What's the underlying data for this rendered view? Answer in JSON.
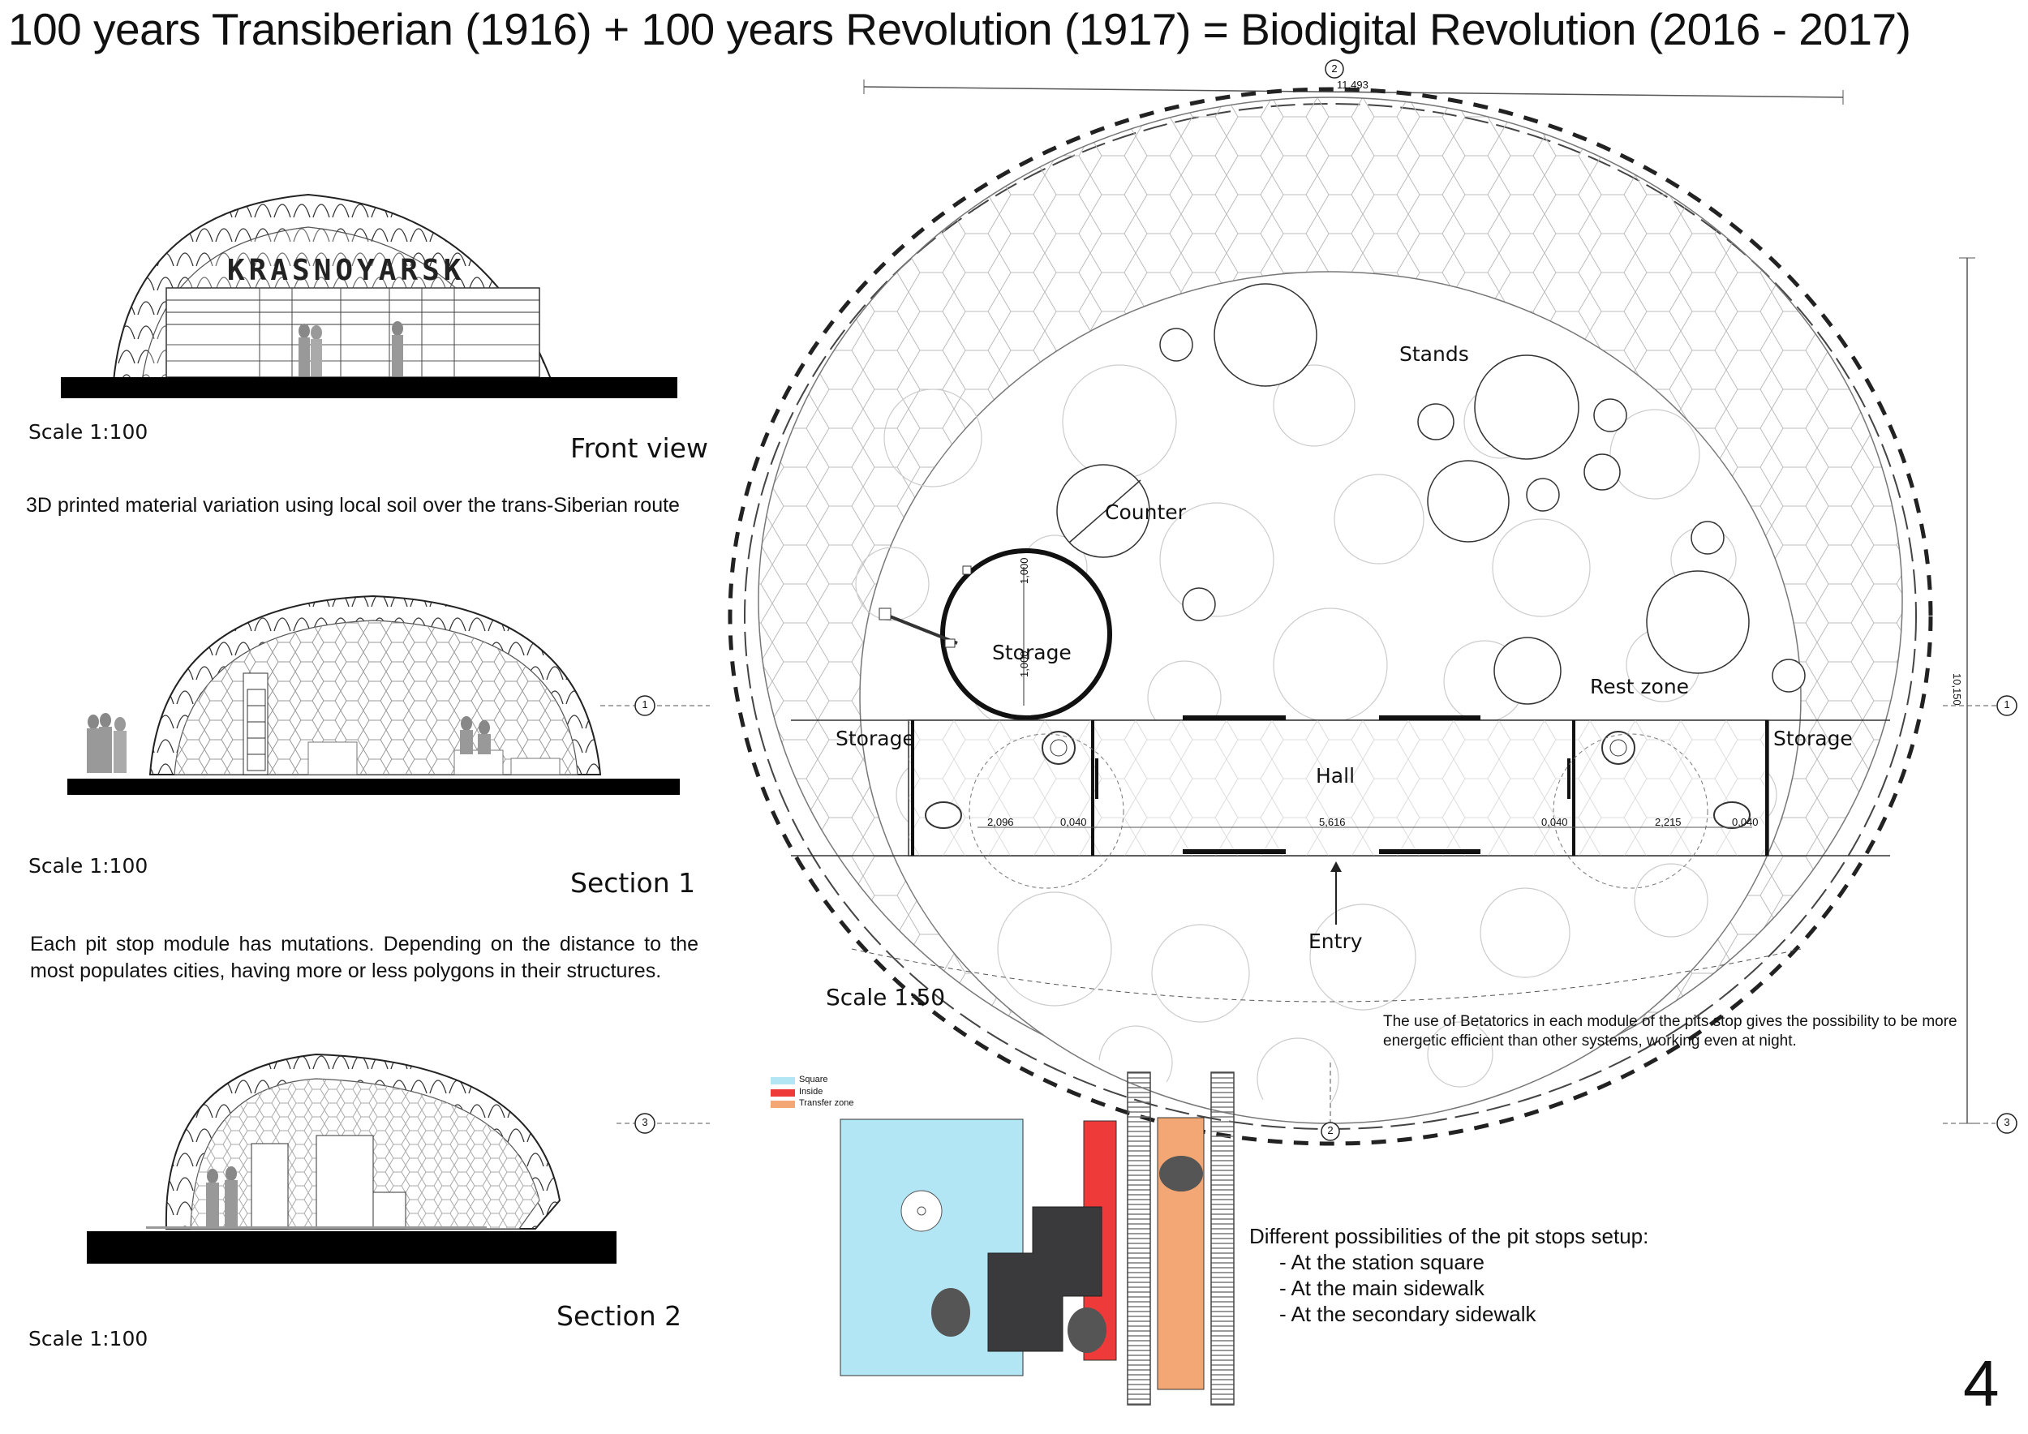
{
  "title": "100 years Transiberian (1916) + 100 years Revolution (1917) = Biodigital Revolution (2016 - 2017)",
  "front_view": {
    "label": "Front view",
    "scale": "Scale 1:100",
    "sign": "KRASNOYARSK"
  },
  "material_note": "3D printed material variation using local soil over the trans-Siberian route",
  "section1": {
    "label": "Section 1",
    "scale": "Scale 1:100"
  },
  "mutation_note": "Each pit stop module has mutations. Depending on the distance to the most populates cities, having more or less polygons in their structures.",
  "section2": {
    "label": "Section 2",
    "scale": "Scale 1:100"
  },
  "plan": {
    "scale": "Scale 1:50",
    "labels": {
      "stands": "Stands",
      "counter": "Counter",
      "storage_round": "Storage",
      "rest_zone": "Rest zone",
      "storage_left": "Storage",
      "storage_right": "Storage",
      "hall": "Hall",
      "entry": "Entry"
    },
    "dimensions": {
      "top_width": "11,493",
      "right_height": "10,150",
      "d1": "2,096",
      "d2": "0,040",
      "d3": "5,616",
      "d4": "0,040",
      "d5": "2,215",
      "d6": "0,040",
      "storage_v1": "1,000",
      "storage_v2": "1,000"
    },
    "section_marks": {
      "s1": "1",
      "s2": "2",
      "s3": "3"
    },
    "betatorics_note": "The use of Betatorics in each module of the pits stop gives the possibility to be more energetic efficient than other systems, working even at night."
  },
  "setup": {
    "legend": [
      {
        "label": "Square",
        "color": "#b3e6f5"
      },
      {
        "label": "Inside",
        "color": "#ef3a3a"
      },
      {
        "label": "Transfer zone",
        "color": "#f2a774"
      }
    ],
    "heading": "Different possibilities of the pit stops setup:",
    "items": [
      "- At the station square",
      "- At the main sidewalk",
      "- At the secondary sidewalk"
    ]
  },
  "page_number": "4"
}
